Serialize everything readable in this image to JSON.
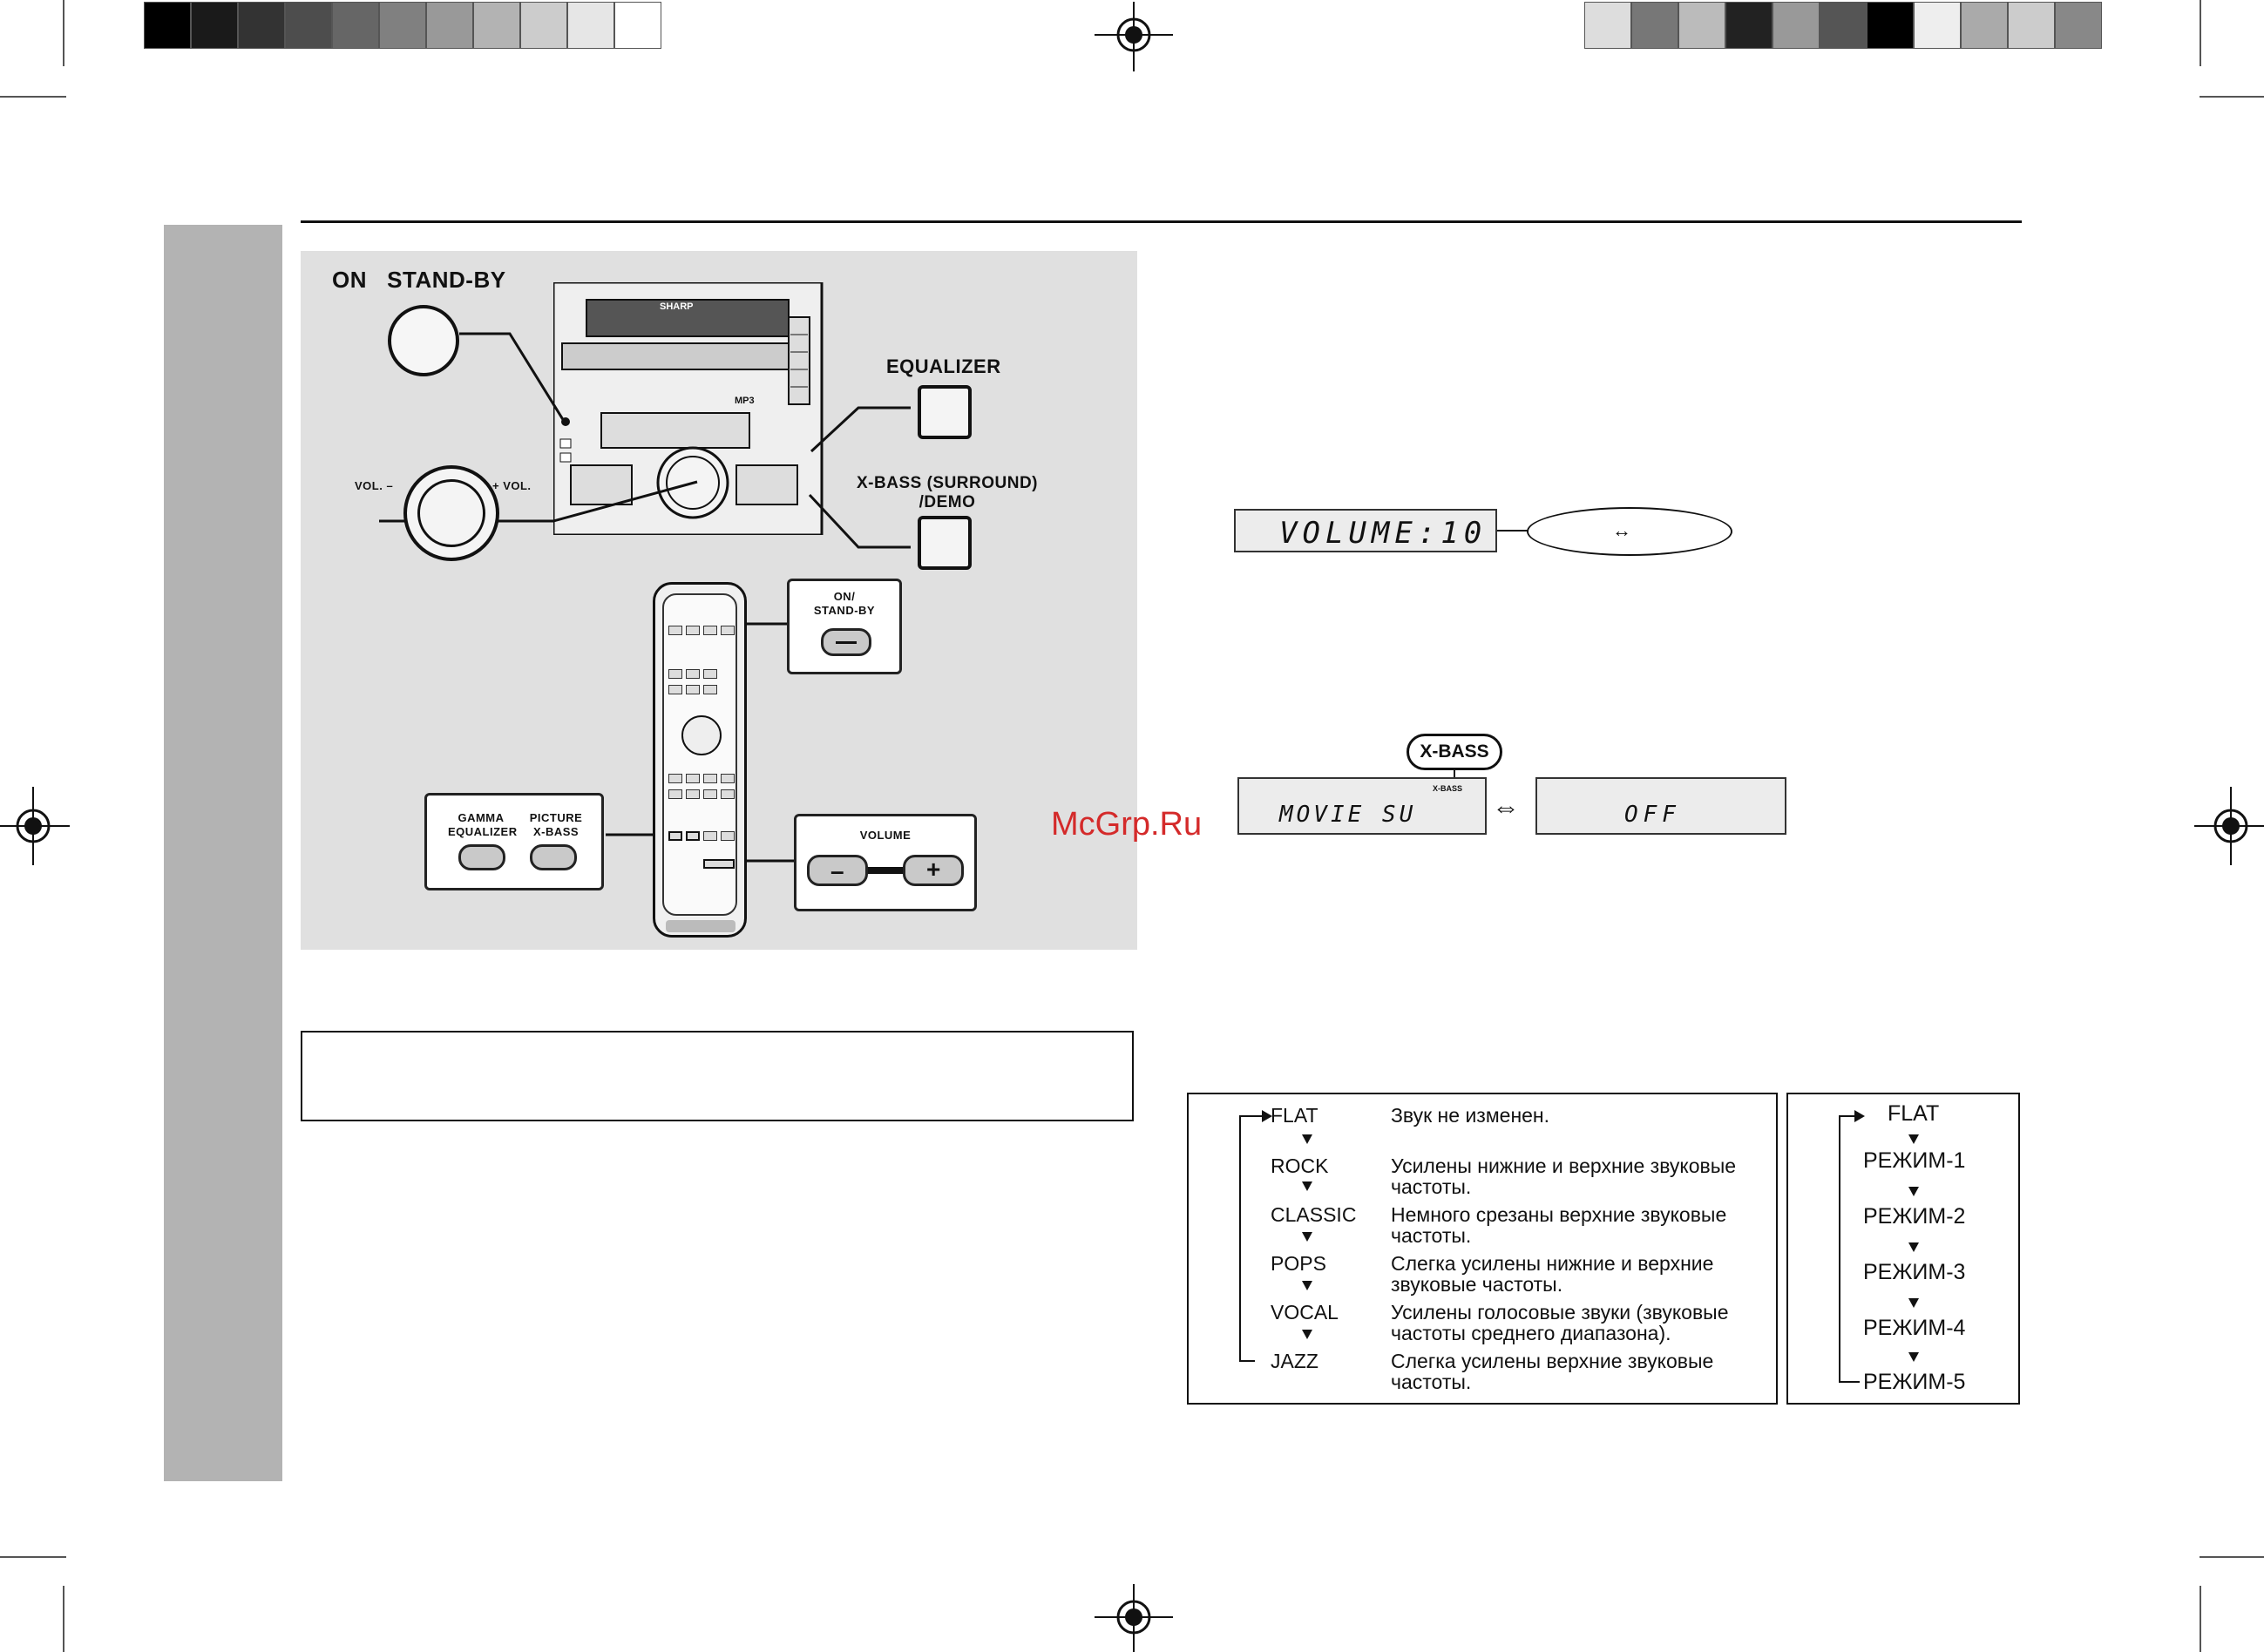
{
  "illustration": {
    "on_standby_label": "ON   STAND-BY",
    "equalizer_label": "EQUALIZER",
    "xbass_label_line1": "X-BASS (SURROUND)",
    "xbass_label_line2": "/DEMO",
    "vol_minus_label": "VOL. –",
    "vol_plus_label": "+ VOL.",
    "brand": "SHARP",
    "mp3_badge": "MP3",
    "remote_on_standby_line1": "ON/",
    "remote_on_standby_line2": "STAND-BY",
    "gamma_line1": "GAMMA",
    "gamma_line2": "EQUALIZER",
    "picture_line1": "PICTURE",
    "picture_line2": "X-BASS",
    "volume_label": "VOLUME",
    "minus_symbol": "–",
    "plus_symbol": "+"
  },
  "displays": {
    "volume_display": "VOLUME:10",
    "volume_callout": "↔",
    "xbass_badge": "X-BASS",
    "xbass_small": "X-BASS",
    "movie_display": "MOVIE SU",
    "off_display": "OFF",
    "toggle_symbol": "⇔"
  },
  "watermark": "McGrp.Ru",
  "equalizer_table": [
    {
      "mode": "FLAT",
      "desc": "Звук не изменен."
    },
    {
      "mode": "ROCK",
      "desc": "Усилены нижние и верхние звуковые частоты."
    },
    {
      "mode": "CLASSIC",
      "desc": "Немного срезаны верхние звуковые частоты."
    },
    {
      "mode": "POPS",
      "desc": "Слегка усилены нижние и верхние звуковые частоты."
    },
    {
      "mode": "VOCAL",
      "desc": "Усилены голосовые звуки (звуковые частоты среднего диапазона)."
    },
    {
      "mode": "JAZZ",
      "desc": "Слегка усилены верхние звуковые частоты."
    }
  ],
  "gamma_table": [
    "FLAT",
    "РЕЖИМ-1",
    "РЕЖИМ-2",
    "РЕЖИМ-3",
    "РЕЖИМ-4",
    "РЕЖИМ-5"
  ],
  "colors": {
    "panel_bg": "#e0e0e0",
    "side_tab": "#b3b3b3",
    "watermark": "#d42a2a"
  }
}
